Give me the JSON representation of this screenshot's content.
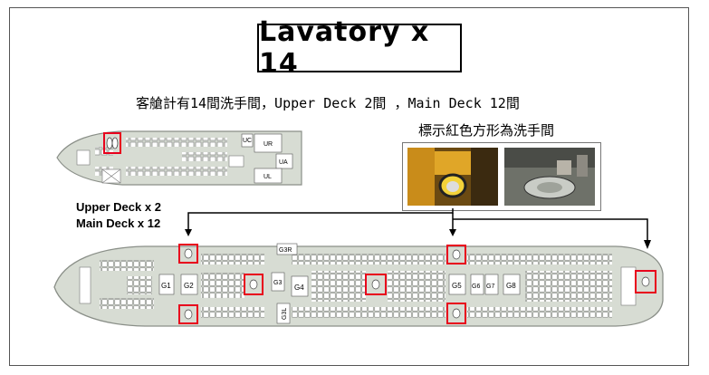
{
  "title": "Lavatory x 14",
  "subtitle": "客艙計有14間洗手間，Upper Deck 2間 ，Main Deck 12間",
  "legend_note": "標示紅色方形為洗手間",
  "counts": {
    "upper_deck": "Upper Deck x 2",
    "main_deck": "Main Deck x 12"
  },
  "upper_deck_labels": {
    "uc": "UC",
    "ur": "UR",
    "ua": "UA",
    "ul": "UL"
  },
  "main_deck_labels": {
    "g1": "G1",
    "g2": "G2",
    "g3": "G3",
    "g3r": "G3R",
    "g3l": "G3L",
    "g4": "G4",
    "g5": "G5",
    "g6": "G6",
    "g7": "G7",
    "g8": "G8"
  },
  "colors": {
    "lavatory_highlight": "#e8001c",
    "fuselage_fill": "#d7dcd3",
    "fuselage_stroke": "#8a8f88"
  }
}
